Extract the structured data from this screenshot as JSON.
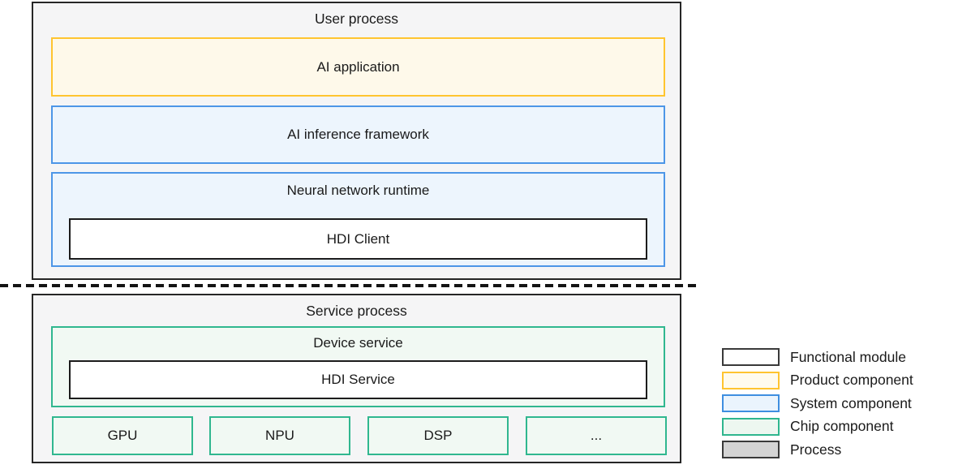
{
  "user_process": {
    "title": "User process",
    "ai_application": "AI application",
    "ai_inference_framework": "AI inference framework",
    "neural_network_runtime": "Neural network runtime",
    "hdi_client": "HDI Client"
  },
  "service_process": {
    "title": "Service process",
    "device_service": "Device service",
    "hdi_service": "HDI Service",
    "chips": [
      "GPU",
      "NPU",
      "DSP",
      "..."
    ]
  },
  "legend": {
    "items": [
      {
        "label": "Functional module"
      },
      {
        "label": "Product component"
      },
      {
        "label": "System component"
      },
      {
        "label": "Chip component"
      },
      {
        "label": "Process"
      }
    ]
  },
  "colors": {
    "product_border": "#ffc530",
    "product_fill": "#fef9ea",
    "system_border": "#4d96e7",
    "system_fill": "#edf5fd",
    "chip_border": "#30b78f",
    "chip_fill": "#f1f9f3",
    "functional_border": "#1c1c1c",
    "functional_fill": "#ffffff",
    "process_box_fill": "#f5f5f6",
    "process_box_border": "#262626",
    "legend_process_fill": "#d4d4d4",
    "text": "#1a1a1a"
  }
}
